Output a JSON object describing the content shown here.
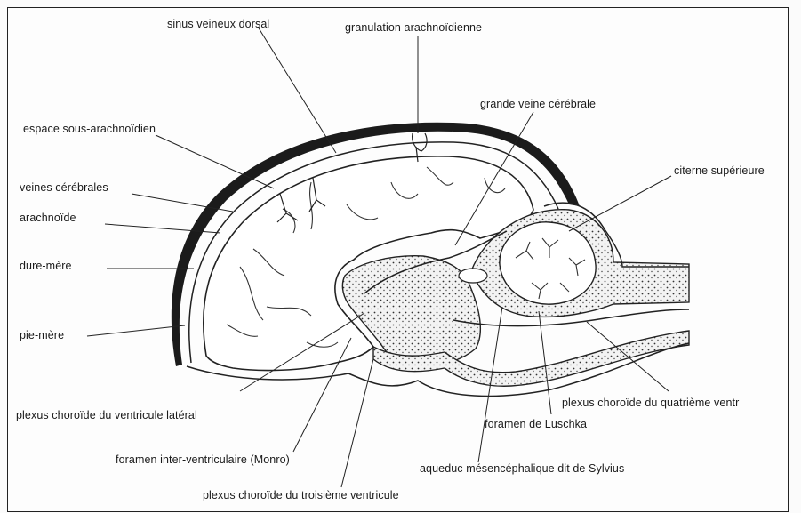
{
  "labels": {
    "sinus_veineux_dorsal": "sinus veineux dorsal",
    "granulation_arachnoidienne": "granulation arachnoïdienne",
    "grande_veine_cerebrale": "grande veine cérébrale",
    "espace_sous_arachnoidien": "espace sous-arachnoïdien",
    "citerne_superieure": "citerne supérieure",
    "veines_cerebrales": "veines cérébrales",
    "arachnoide": "arachnoïde",
    "dure_mere": "dure-mère",
    "pie_mere": "pie-mère",
    "plexus_choroide_ventricule_lateral": "plexus choroïde du ventricule latéral",
    "plexus_choroide_quatrieme": "plexus choroïde du quatrième ventr",
    "foramen_luschka": "foramen de Luschka",
    "foramen_monro": "foramen inter-ventriculaire (Monro)",
    "aqueduc_sylvius": "aqueduc mésencéphalique dit de Sylvius",
    "plexus_choroide_troisieme": "plexus choroïde du troisième ventricule"
  }
}
